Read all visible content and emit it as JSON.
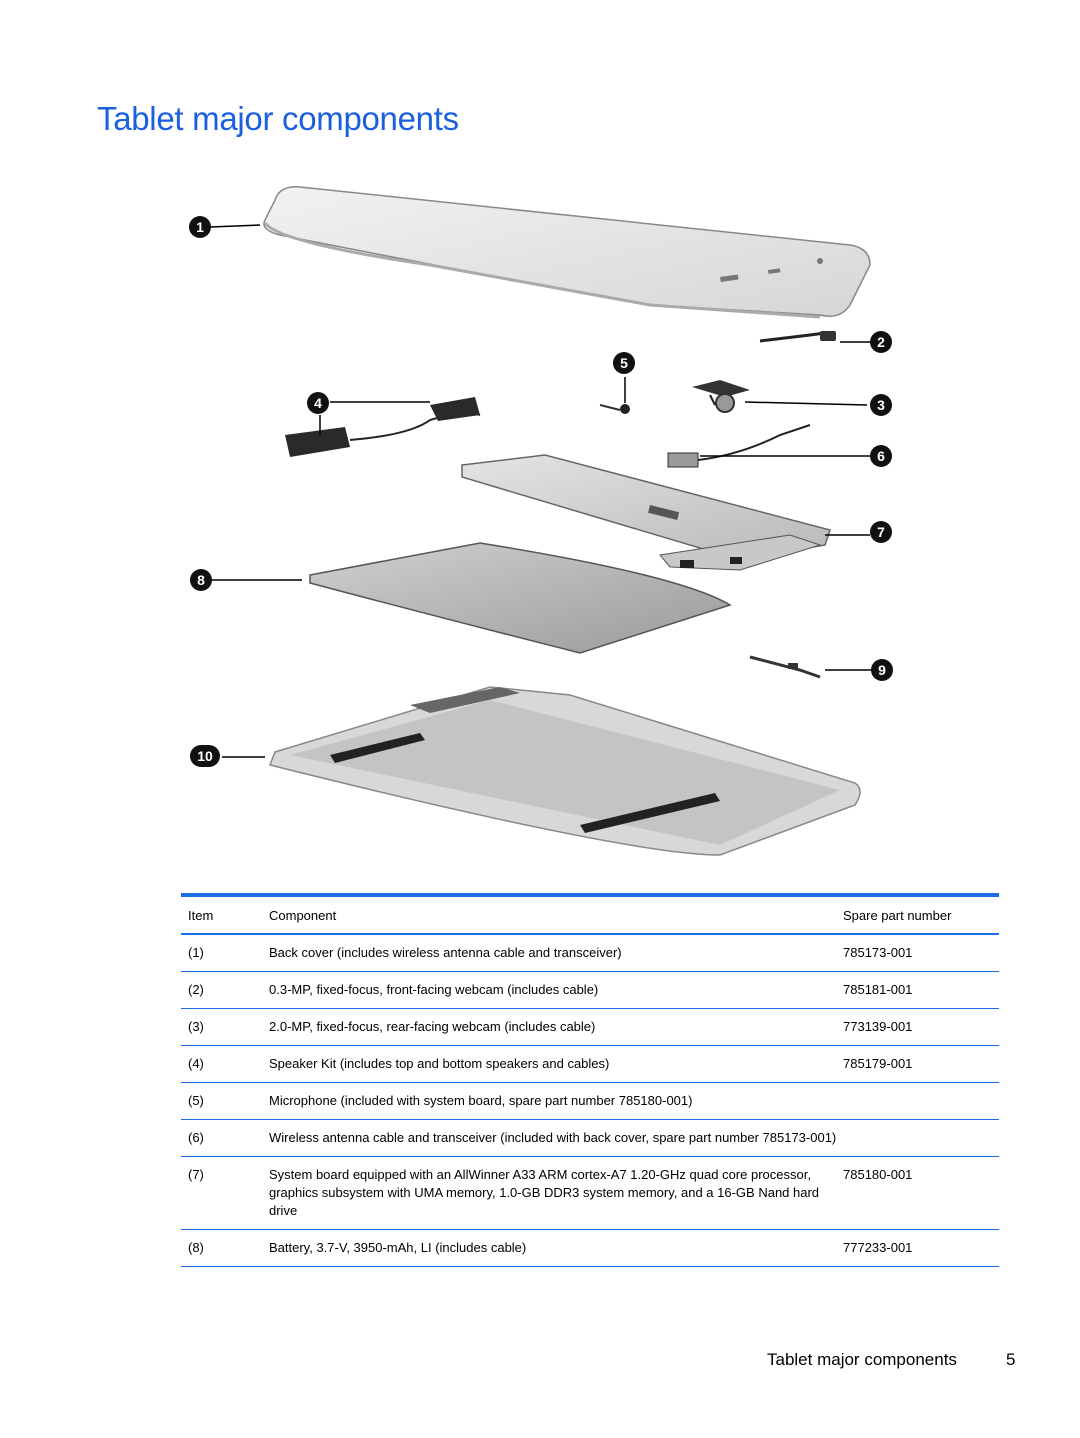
{
  "page": {
    "title": "Tablet major components",
    "footer_label": "Tablet major components",
    "page_number": "5"
  },
  "diagram": {
    "callouts": [
      "1",
      "2",
      "3",
      "4",
      "5",
      "6",
      "7",
      "8",
      "9",
      "10"
    ]
  },
  "table": {
    "headers": {
      "item": "Item",
      "component": "Component",
      "spare": "Spare part number"
    },
    "rows": [
      {
        "item": "(1)",
        "name": "Back cover",
        "desc": " (includes wireless antenna cable and transceiver)",
        "spare": "785173-001"
      },
      {
        "item": "(2)",
        "name": "0.3-MP, fixed-focus, front-facing webcam",
        "desc": " (includes cable)",
        "spare": "785181-001"
      },
      {
        "item": "(3)",
        "name": "2.0-MP, fixed-focus, rear-facing webcam",
        "desc": " (includes cable)",
        "spare": "773139-001"
      },
      {
        "item": "(4)",
        "name": "Speaker Kit",
        "desc": " (includes top and bottom speakers and cables)",
        "spare": "785179-001"
      },
      {
        "item": "(5)",
        "name": "Microphone",
        "desc": " (included with system board, spare part number 785180-001)",
        "spare": ""
      },
      {
        "item": "(6)",
        "name": "Wireless antenna cable and transceiver",
        "desc": " (included with back cover, spare part number 785173-001)",
        "spare": ""
      },
      {
        "item": "(7)",
        "name": "System board",
        "desc": " equipped with an AllWinner A33 ARM cortex-A7 1.20-GHz quad core processor, graphics subsystem with UMA memory, 1.0-GB DDR3 system memory, and a 16-GB Nand hard drive",
        "spare": "785180-001"
      },
      {
        "item": "(8)",
        "name": "Battery",
        "desc": ", 3.7-V, 3950-mAh, LI (includes cable)",
        "spare": "777233-001"
      }
    ]
  }
}
